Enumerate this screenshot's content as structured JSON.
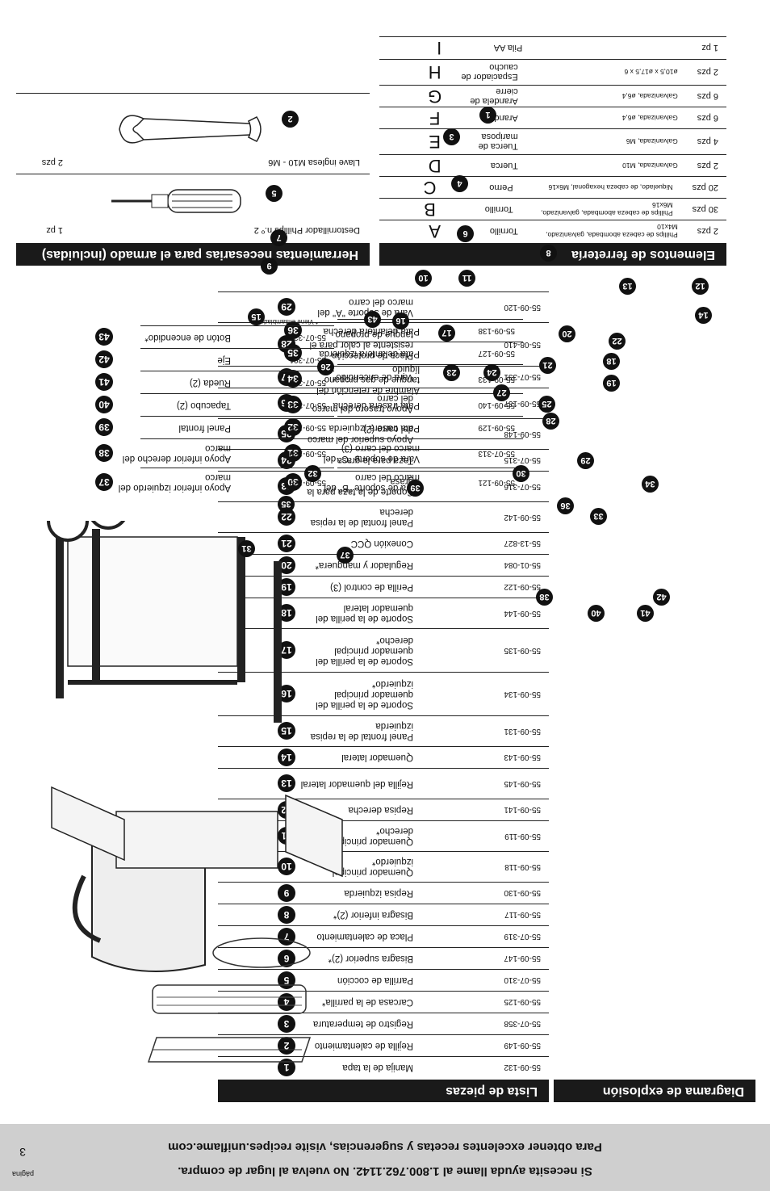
{
  "header": {
    "page_label": "página",
    "page_number": "3",
    "help_line1": "Si necesita ayuda llame al 1.800.762.1142. No vuelva al lugar de compra.",
    "help_line2": "Para obtener excelentes recetas y sugerencias, visite recipes.uniflame.com"
  },
  "parts_list": {
    "title": "Lista de piezas",
    "items": [
      {
        "num": "1",
        "name": "Manija de la tapa",
        "code": "55-09-132"
      },
      {
        "num": "2",
        "name": "Rejilla de calentamiento",
        "code": "55-09-149"
      },
      {
        "num": "3",
        "name": "Registro de temperatura",
        "code": "55-07-358"
      },
      {
        "num": "4",
        "name": "Carcasa de la parrilla*",
        "code": "55-09-125"
      },
      {
        "num": "5",
        "name": "Parrilla de cocción",
        "code": "55-07-310"
      },
      {
        "num": "6",
        "name": "Bisagra superior (2)*",
        "code": "55-09-147"
      },
      {
        "num": "7",
        "name": "Placa de calentamiento",
        "code": "55-07-319"
      },
      {
        "num": "8",
        "name": "Bisagra inferior (2)*",
        "code": "55-09-117"
      },
      {
        "num": "9",
        "name": "Repisa izquierda",
        "code": "55-09-130"
      },
      {
        "num": "10",
        "name": "Quemador principal izquierdo*",
        "code": "55-09-118"
      },
      {
        "num": "11",
        "name": "Quemador principal derecho*",
        "code": "55-09-119"
      },
      {
        "num": "12",
        "name": "Repisa derecha",
        "code": "55-09-141"
      },
      {
        "num": "13",
        "name": "Rejilla del quemador lateral",
        "code": "55-09-145"
      },
      {
        "num": "14",
        "name": "Quemador lateral",
        "code": "55-09-143"
      },
      {
        "num": "15",
        "name": "Panel frontal de la repisa izquierda",
        "code": "55-09-131"
      },
      {
        "num": "16",
        "name": "Soporte de la perilla del quemador principal izquierdo*",
        "code": "55-09-134"
      },
      {
        "num": "17",
        "name": "Soporte de la perilla del quemador principal derecho*",
        "code": "55-09-135"
      },
      {
        "num": "18",
        "name": "Soporte de la perilla del quemador lateral",
        "code": "55-09-144"
      },
      {
        "num": "19",
        "name": "Perilla de control (3)",
        "code": "55-09-122"
      },
      {
        "num": "20",
        "name": "Regulador y manguera*",
        "code": "55-01-084"
      },
      {
        "num": "21",
        "name": "Conexión QCC",
        "code": "55-13-827"
      },
      {
        "num": "22",
        "name": "Panel frontal de la repisa derecha",
        "code": "55-09-142"
      },
      {
        "num": "23",
        "name": "Soporte de la taza para la grasa",
        "code": "55-07-316"
      },
      {
        "num": "24",
        "name": "Taza para la grasa",
        "code": "55-07-315"
      },
      {
        "num": "25",
        "name": "Apoyo superior del marco del carro (2)",
        "code": "55-09-148"
      },
      {
        "num": "26",
        "name": "Apoyo trasero del marco del carro",
        "code": "55-09-137"
      },
      {
        "num": "27",
        "name": "Vara de encendido*",
        "code": "55-07-331"
      },
      {
        "num": "28",
        "name": "Placa de protección resistente al calor para el tanque de propano",
        "code": "55-08-410"
      },
      {
        "num": "29",
        "name": "Vara de soporte \"A\" del marco del carro",
        "code": "55-09-120"
      }
    ],
    "items2": [
      {
        "num": "30",
        "name": "Vara de soporte \"B\" del marco del carro",
        "code": "55-09-121"
      },
      {
        "num": "31",
        "name": "Vara de soporte \"C\" del marco del carro (3)",
        "code": "55-07-313"
      },
      {
        "num": "32",
        "name": "Pata trasera izquierda",
        "code": "55-09-129"
      },
      {
        "num": "33",
        "name": "Pata trasera derecha",
        "code": "55-09-140"
      },
      {
        "num": "34",
        "name": "Alambre de retención del tanque de gas propano líquido",
        "code": "55-09-133"
      },
      {
        "num": "35",
        "name": "Pata delantera izquierda",
        "code": "55-09-127"
      },
      {
        "num": "36",
        "name": "Pata delantera derecha",
        "code": "55-09-138"
      }
    ],
    "items3": [
      {
        "num": "37",
        "name": "Apoyo inferior izquierdo del marco",
        "code": "55-09-128"
      },
      {
        "num": "38",
        "name": "Apoyo inferior derecho del marco",
        "code": "55-09-139"
      },
      {
        "num": "39",
        "name": "Panel frontal",
        "code": "55-09-124"
      },
      {
        "num": "40",
        "name": "Tapacubo (2)",
        "code": "55-07-320"
      },
      {
        "num": "41",
        "name": "Rueda (2)",
        "code": "55-07-363"
      },
      {
        "num": "42",
        "name": "Eje",
        "code": "55-07-301"
      },
      {
        "num": "43",
        "name": "Botón de encendido*",
        "code": "55-07-322"
      }
    ],
    "footnote": "* Viene ensamblado"
  },
  "diagram": {
    "title": "Diagrama de explosión"
  },
  "hardware": {
    "title": "Elementos de ferretería",
    "items": [
      {
        "letter": "A",
        "name": "Tornillo",
        "spec": "Phillips de cabeza abombada, galvanizado, M4x10",
        "qty": "2 pzs"
      },
      {
        "letter": "B",
        "name": "Tornillo",
        "spec": "Phillips de cabeza abombada, galvanizado, M6x16",
        "qty": "30 pzs"
      },
      {
        "letter": "C",
        "name": "Perno",
        "spec": "Niquelado, de cabeza hexagonal, M6x16",
        "qty": "20 pzs"
      },
      {
        "letter": "D",
        "name": "Tuerca",
        "spec": "Galvanizada, M10",
        "qty": "2 pzs"
      },
      {
        "letter": "E",
        "name": "Tuerca de mariposa",
        "spec": "Galvanizada, M6",
        "qty": "4 pzs"
      },
      {
        "letter": "F",
        "name": "Arandela",
        "spec": "Galvanizada, ø6,4",
        "qty": "6 pzs"
      },
      {
        "letter": "G",
        "name": "Arandela de cierre",
        "spec": "Galvanizada, ø6,4",
        "qty": "6 pzs"
      },
      {
        "letter": "H",
        "name": "Espaciador de caucho",
        "spec": "ø10,5 x ø17,5 x 6",
        "qty": "2 pzs"
      },
      {
        "letter": "I",
        "name": "Pila AA",
        "spec": "",
        "qty": "1 pz"
      }
    ]
  },
  "tools": {
    "title": "Herramientas necesarias para el armado (incluidas)",
    "items": [
      {
        "name": "Destornillador Phillips n.º 2",
        "qty": "1 pz"
      },
      {
        "name": "Llave inglesa M10 - M6",
        "qty": "2 pzs"
      }
    ]
  },
  "callouts": [
    "1",
    "2",
    "3",
    "4",
    "5",
    "6",
    "7",
    "8",
    "9",
    "10",
    "11",
    "12",
    "13",
    "14",
    "15",
    "16",
    "17",
    "18",
    "19",
    "20",
    "21",
    "22",
    "23",
    "24",
    "25",
    "26",
    "27",
    "28",
    "29",
    "30",
    "31",
    "32",
    "33",
    "34",
    "35",
    "36",
    "37",
    "38",
    "39",
    "40",
    "41",
    "42",
    "43"
  ]
}
